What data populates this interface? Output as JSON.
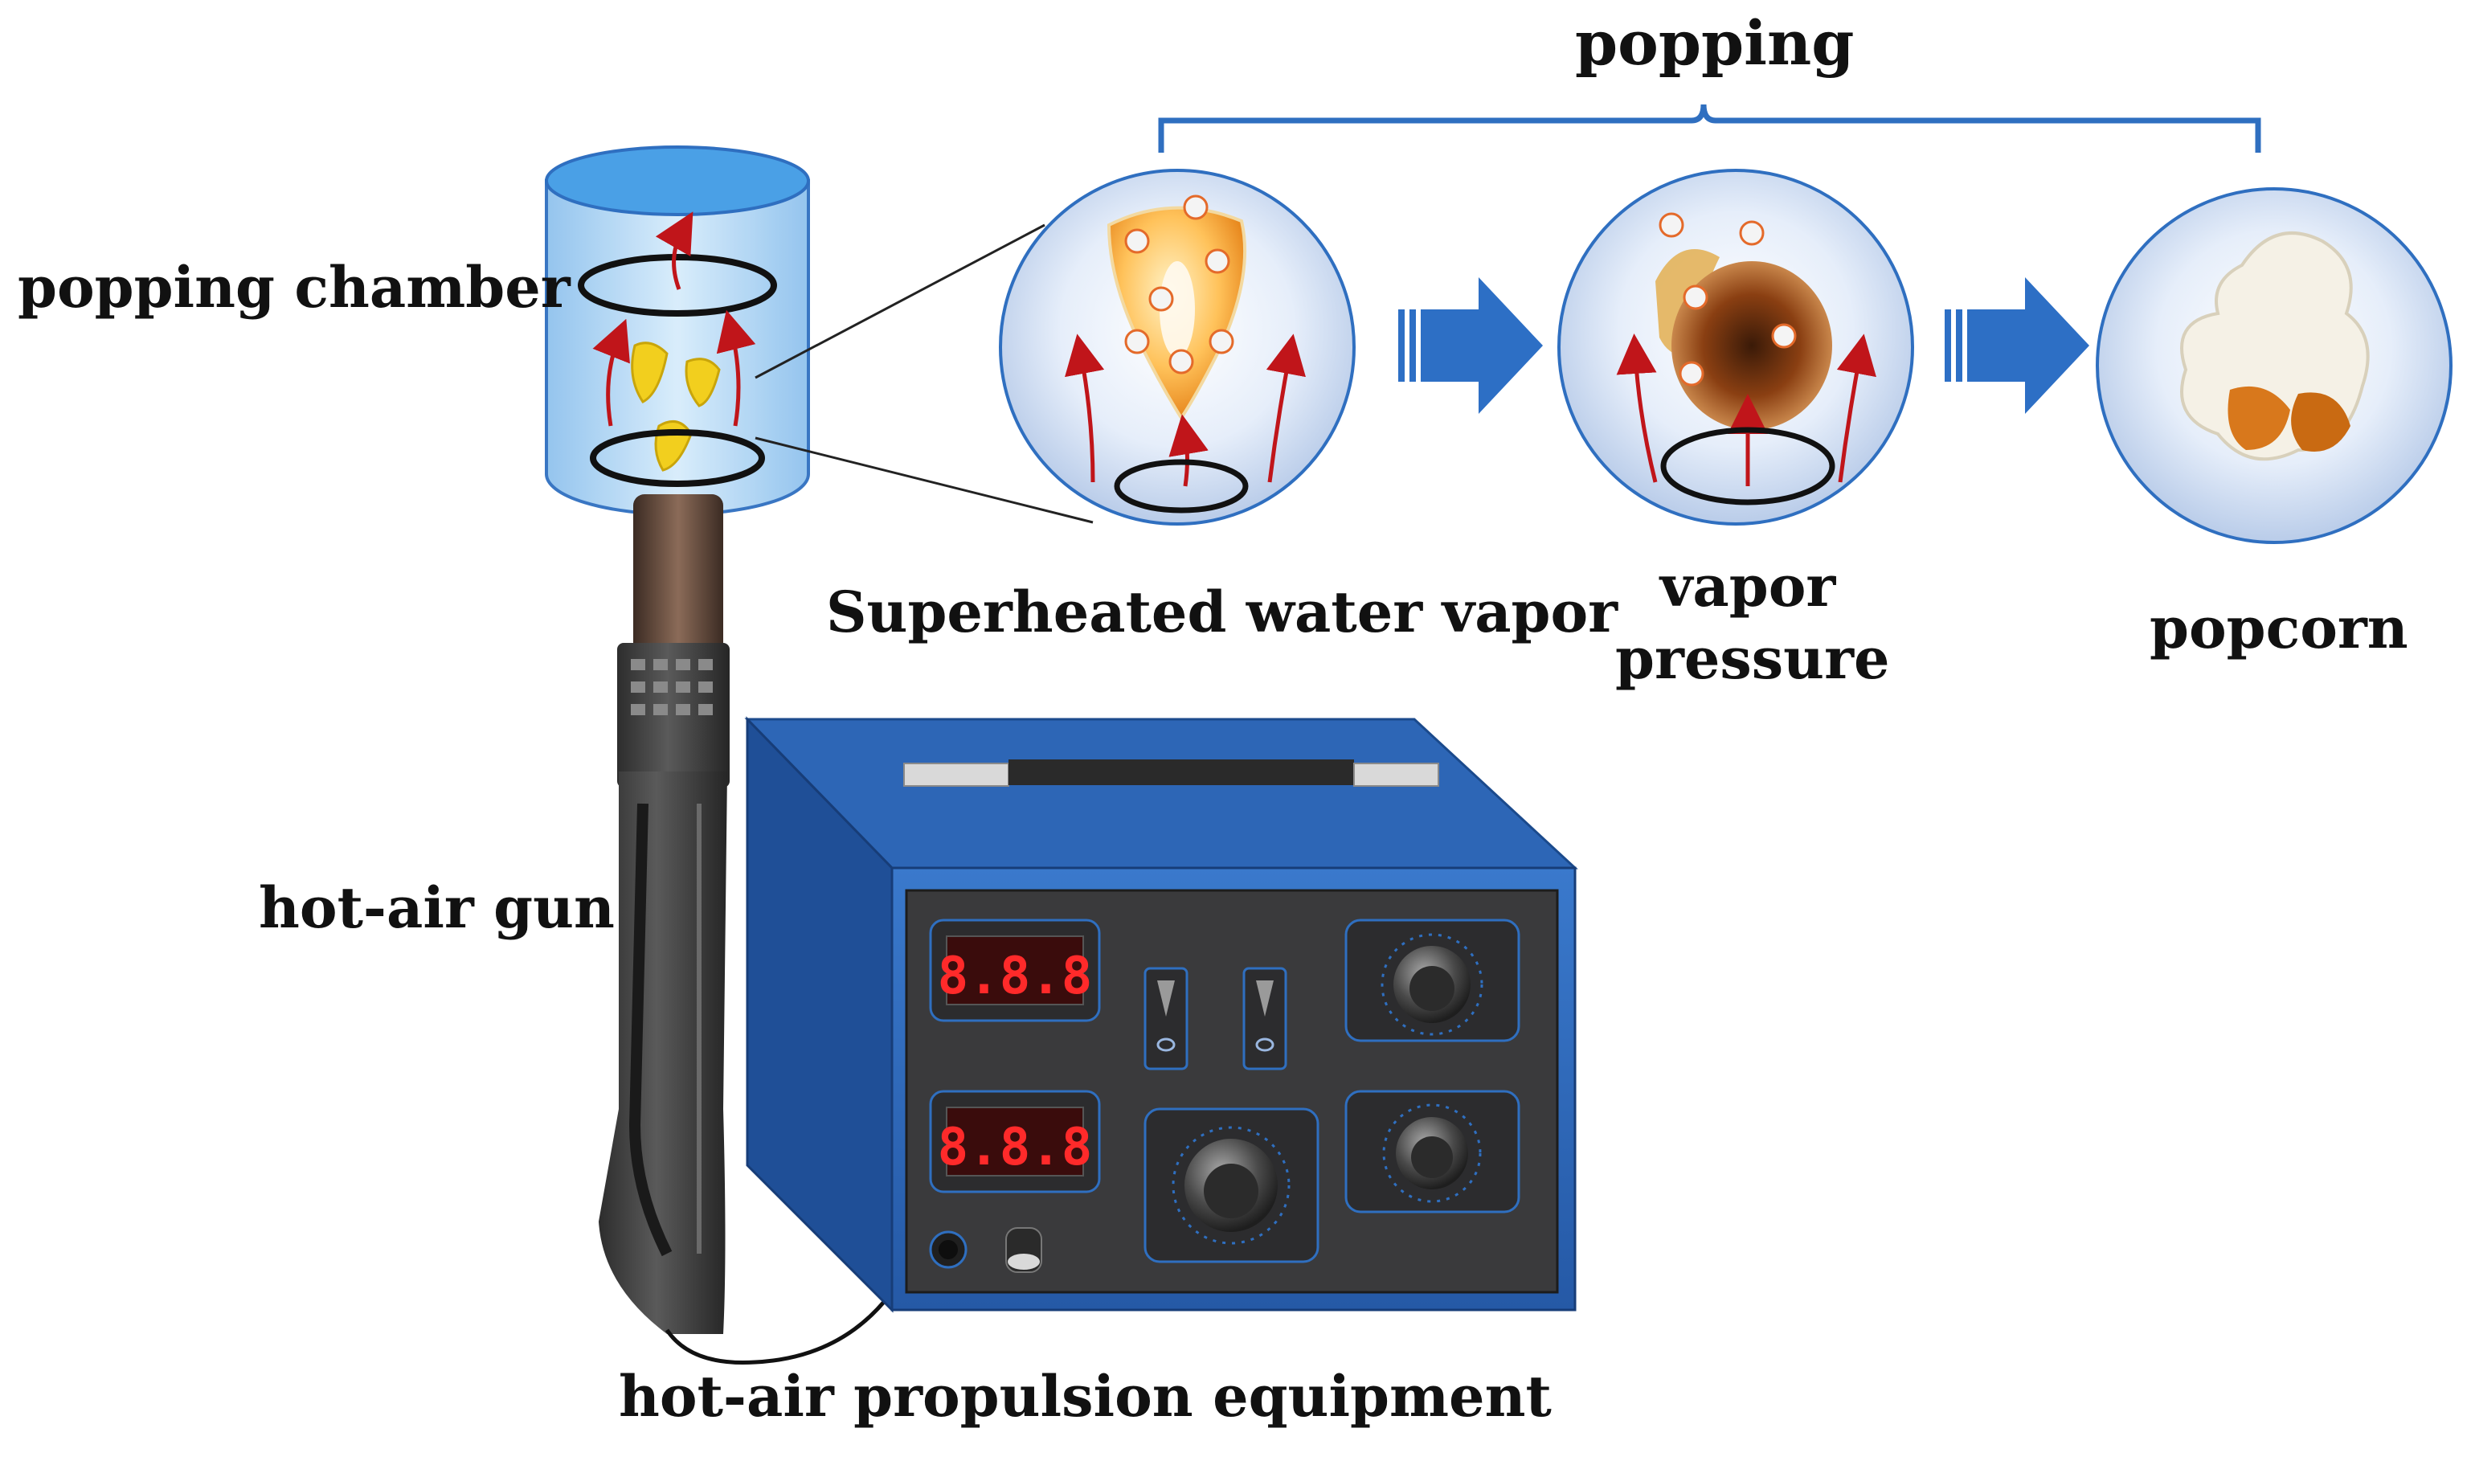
{
  "labels": {
    "popping": "popping",
    "popping_chamber": "popping chamber",
    "superheated": "Superheated water vapor",
    "vapor_pressure_line1": "vapor",
    "vapor_pressure_line2": "pressure",
    "popcorn": "popcorn",
    "hot_air_gun": "hot-air gun",
    "propulsion": "hot-air propulsion equipment"
  },
  "display": {
    "top_readout": "8.8.8",
    "bottom_readout": "8.8.8"
  },
  "colors": {
    "accent_blue": "#2f6fc0",
    "arrow_blue": "#2d6fc5",
    "box_blue": "#2f67b6",
    "panel_dark": "#3a3a3c",
    "digit_red": "#ff2a2a",
    "flow_red": "#c0151a"
  }
}
